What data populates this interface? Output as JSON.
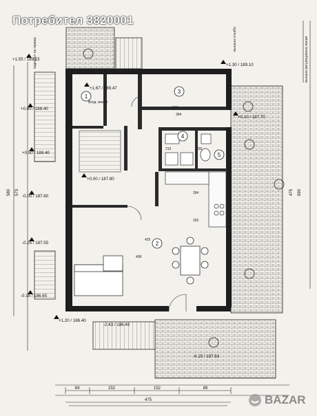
{
  "banner": {
    "user_text": "Потребител 3820001"
  },
  "watermark": {
    "brand": "BAZAR"
  },
  "plan": {
    "rooms": [
      "1",
      "2",
      "3",
      "4",
      "5"
    ],
    "room_labels": {
      "vestibule": "Вход. мокри"
    },
    "elevations": [
      "+1.55 / 189.15",
      "+1.67 / 189.47",
      "+1.30 / 189.10",
      "+0.60 / 188.40",
      "+0.10 / 187.70",
      "+0.50 / 188.40",
      "+0.00 / 187.80",
      "-0.00 / 187.60",
      "-0.25 / 187.55",
      "-0.15 / 186.65",
      "+1.20 / 186.40",
      "-0.15 / 187.63",
      "-2.43 / 186.40"
    ],
    "dimensions_bottom": [
      "84",
      "152",
      "152",
      "89"
    ],
    "dimension_total": "475",
    "dimensions_left": [
      "580",
      "573"
    ],
    "dimensions_right": [
      "475",
      "990"
    ],
    "inner_dims": [
      "240",
      "384",
      "425",
      "284",
      "355",
      "408",
      "210",
      "230"
    ],
    "side_notes": [
      "ходникът на гаража",
      "външни стълби",
      "външно-регулационна линия"
    ]
  }
}
